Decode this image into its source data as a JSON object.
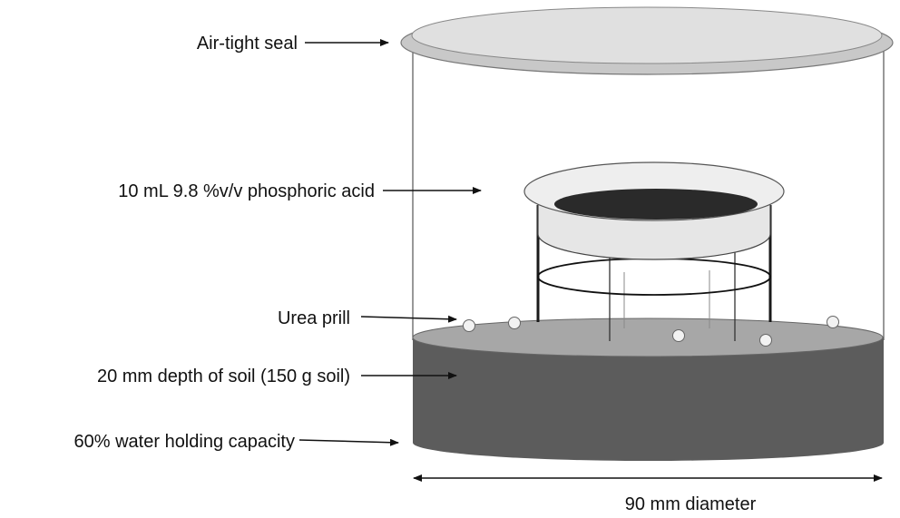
{
  "labels": {
    "seal": "Air-tight seal",
    "acid": "10 mL 9.8 %v/v phosphoric acid",
    "urea": "Urea prill",
    "soil_depth": "20 mm depth of soil (150 g soil)",
    "water": "60% water holding capacity",
    "diameter": "90 mm diameter"
  },
  "colors": {
    "soil_side": "#5c5c5c",
    "soil_top": "#a7a7a7",
    "lid": "#d7d7d7",
    "acid": "#2a2a2a",
    "dish": "#e6e6e6",
    "prill": "#f2f2f2"
  }
}
